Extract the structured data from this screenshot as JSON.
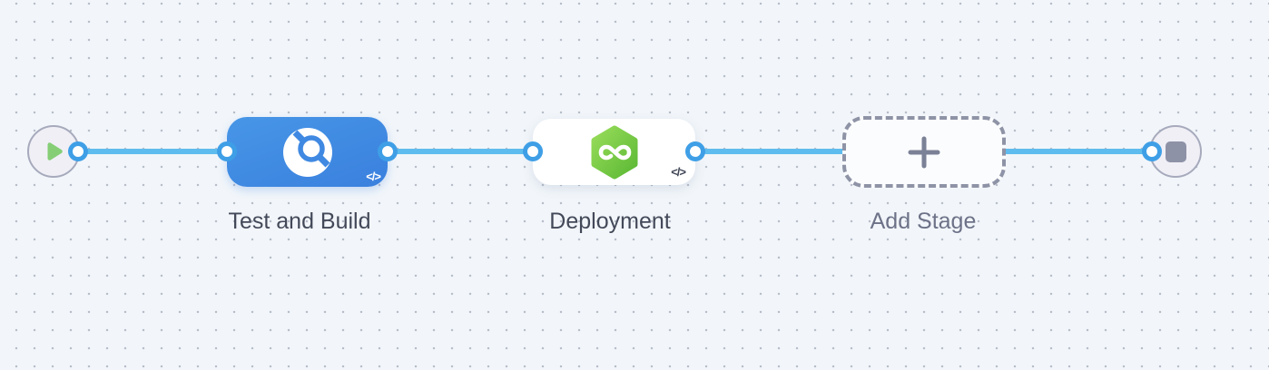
{
  "app": {
    "type": "pipeline-editor-canvas"
  },
  "colors": {
    "canvas_bg": "#f2f6fa",
    "grid_dot": "#b7bec9",
    "connector": "#5fbcee",
    "port_ring": "#3f9fe6",
    "stage_blue_gradient_from": "#4796e7",
    "stage_blue_gradient_to": "#3a80de",
    "stage_white": "#ffffff",
    "placeholder_dash": "#8e93a6",
    "hexagon_green_from": "#97dc5a",
    "hexagon_green_to": "#5cb934",
    "endpoint_fill": "#f0eff6",
    "endpoint_border": "#a6aabc",
    "play_green": "#85ce76",
    "stop_gray": "#8e92a7",
    "label_dark": "#434959",
    "label_muted": "#6d7288",
    "plus_gray": "#7b8196"
  },
  "nodes": {
    "start": {
      "icon": "play-icon"
    },
    "end": {
      "icon": "stop-icon"
    }
  },
  "stages": [
    {
      "label": "Test and Build",
      "variant": "primary",
      "icon": "scan-icon",
      "badge": "</>"
    },
    {
      "label": "Deployment",
      "variant": "default",
      "icon": "infinity-hexagon-icon",
      "badge": "</>"
    },
    {
      "label": "Add Stage",
      "variant": "placeholder",
      "icon": "plus-icon",
      "badge": ""
    }
  ]
}
